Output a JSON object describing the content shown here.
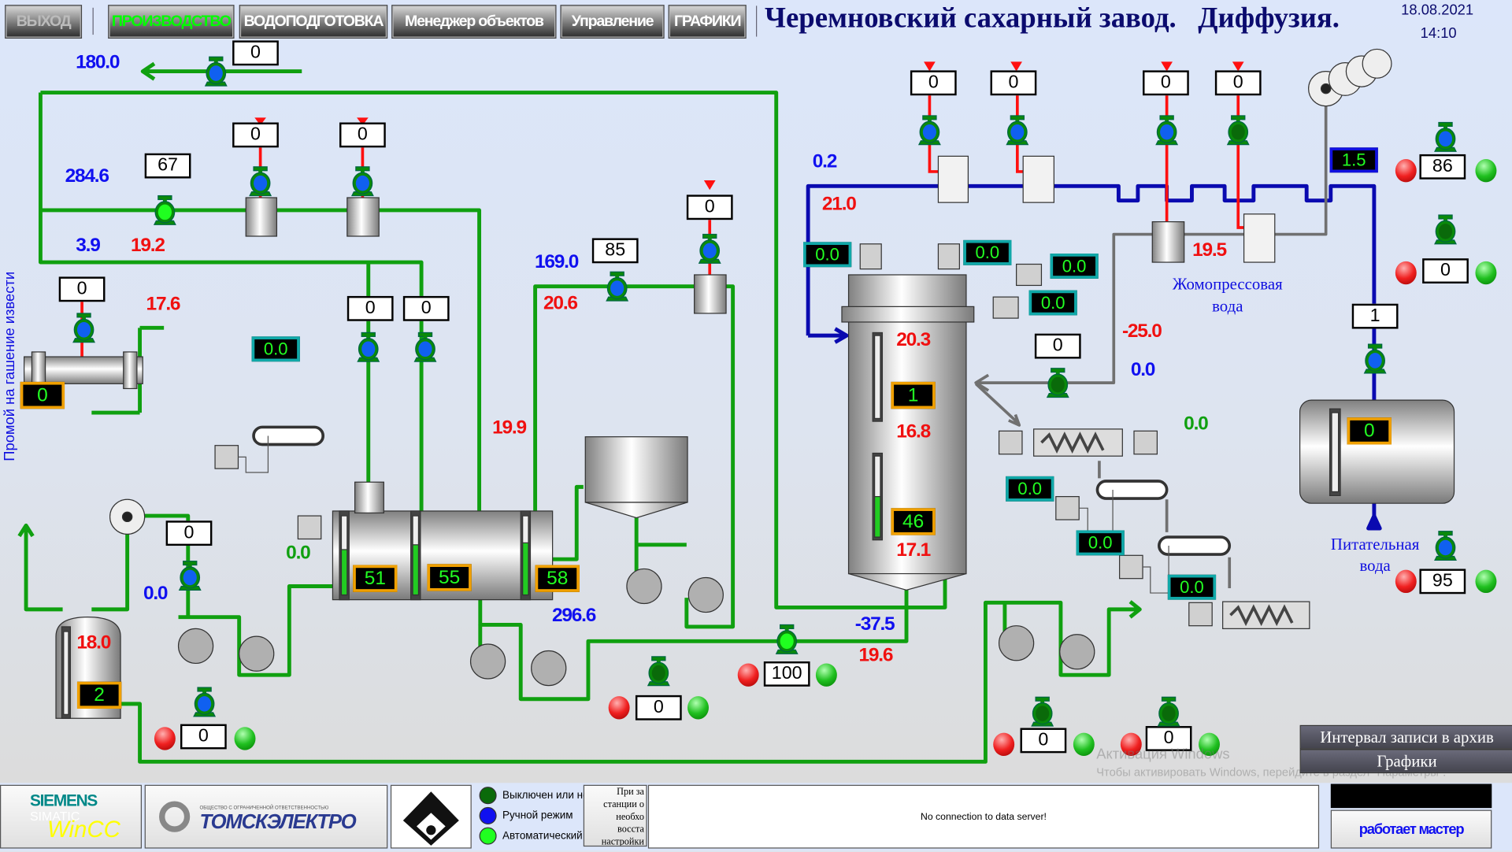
{
  "nav": {
    "exit": "ВЫХОД",
    "production": "ПРОИЗВОДСТВО",
    "water_treatment": "ВОДОПОДГОТОВКА",
    "object_manager": "Менеджер объектов",
    "control": "Управление",
    "charts": "ГРАФИКИ"
  },
  "header": {
    "title": "Черемновский сахарный завод.   Диффузия.",
    "date": "18.08.2021",
    "time": "14:10"
  },
  "labels": {
    "blue": [
      "180.0",
      "284.6",
      "3.9",
      "169.0",
      "0.2",
      "0.0",
      "0.0",
      "296.6",
      "-37.5"
    ],
    "red": [
      "19.2",
      "17.6",
      "20.6",
      "19.9",
      "21.0",
      "20.3",
      "16.8",
      "17.1",
      "19.5",
      "-25.0",
      "19.6",
      "18.0"
    ],
    "green": [
      "0.0",
      "0.0"
    ],
    "lime_wash": "Промой на гашение извести",
    "press_water_1": "Жомопрессовая",
    "press_water_2": "вода",
    "feed_water_1": "Питательная",
    "feed_water_2": "вода"
  },
  "setpoints": [
    "0",
    "67",
    "0",
    "0",
    "0",
    "0",
    "0",
    "0",
    "85",
    "0",
    "0",
    "0",
    "0",
    "86",
    "0",
    "1",
    "0",
    "0",
    "0",
    "0",
    "100",
    "0",
    "0",
    "95"
  ],
  "displays": [
    "0.0",
    "0.0",
    "0.0",
    "0.0",
    "0.0",
    "0.0",
    "0.0",
    "0.0",
    "1.5"
  ],
  "levels": [
    {
      "value": "0"
    },
    {
      "value": "1",
      "fill": 0.0
    },
    {
      "value": "46",
      "fill": 0.5
    },
    {
      "value": "51",
      "fill": 0.45
    },
    {
      "value": "55",
      "fill": 0.55
    },
    {
      "value": "58",
      "fill": 0.6
    },
    {
      "value": "0",
      "fill": 0.0
    },
    {
      "value": "2",
      "fill": 0.0
    }
  ],
  "valves": [
    {
      "state": "manual"
    },
    {
      "state": "auto"
    },
    {
      "state": "manual"
    },
    {
      "state": "manual"
    },
    {
      "state": "manual"
    },
    {
      "state": "manual"
    },
    {
      "state": "manual"
    },
    {
      "state": "manual"
    },
    {
      "state": "manual"
    },
    {
      "state": "manual"
    },
    {
      "state": "manual"
    },
    {
      "state": "manual"
    },
    {
      "state": "off"
    },
    {
      "state": "manual"
    },
    {
      "state": "off"
    },
    {
      "state": "manual"
    },
    {
      "state": "off"
    },
    {
      "state": "manual"
    },
    {
      "state": "manual"
    },
    {
      "state": "manual"
    },
    {
      "state": "off"
    },
    {
      "state": "auto"
    },
    {
      "state": "off"
    },
    {
      "state": "off"
    }
  ],
  "valve_colors": {
    "manual": "#1060f0",
    "auto": "#20ff20",
    "off": "#0a6a0a"
  },
  "pipe_colors": {
    "juice": "#10a010",
    "water": "#0a0ab0",
    "press_water": "#707070",
    "steam": "#ff1010"
  },
  "right_buttons": {
    "archive_interval": "Интервал записи в архив",
    "charts": "Графики"
  },
  "footer": {
    "siemens": "SIEMENS",
    "simatic": "SIMATIC",
    "wincc": "WinCC",
    "tomsk_small": "ОБЩЕСТВО С ОГРАНИЧЕННОЙ ОТВЕТСТВЕННОСТЬЮ",
    "tomsk": "ТОМСКЭЛЕКТРО",
    "legend": [
      "Выключен или не",
      "Ручной режим",
      "Автоматический р"
    ],
    "note": [
      "При за",
      "станции о",
      "необхо",
      "восста",
      "настройки"
    ],
    "message": "No connection to data server!",
    "master": "работает мастер"
  },
  "watermark": {
    "line1": "Активация Windows",
    "line2": "Чтобы активировать Windows, перейдите в раздел \"Параметры\"."
  }
}
